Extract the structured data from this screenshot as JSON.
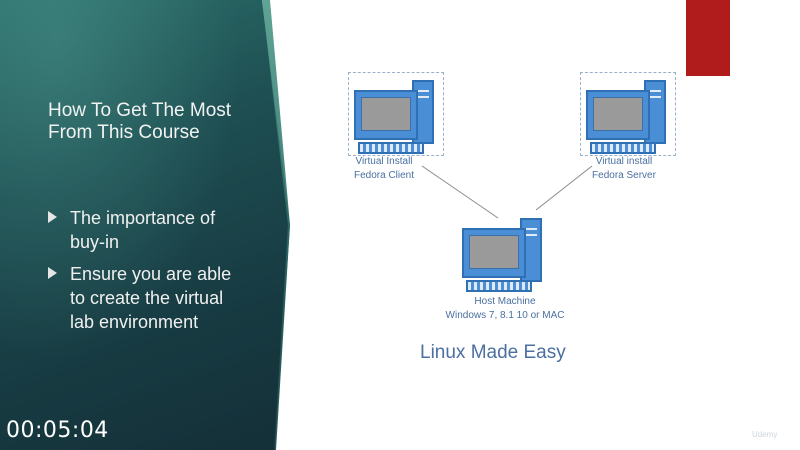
{
  "slide": {
    "title": "How To Get The Most From This Course",
    "bullets": [
      "The importance of buy-in",
      "Ensure you are able to create the virtual lab environment"
    ]
  },
  "timer": "00:05:04",
  "diagram": {
    "nodes": [
      {
        "id": "client",
        "caption": "Virtual Install\nFedora Client",
        "line1": "Virtual Install",
        "line2": "Fedora Client"
      },
      {
        "id": "server",
        "caption": "Virtual install\nFedora Server",
        "line1": "Virtual install",
        "line2": "Fedora Server"
      },
      {
        "id": "host",
        "caption": "Host Machine\nWindows 7, 8.1 10 or MAC",
        "line1": "Host Machine",
        "line2": "Windows 7, 8.1 10 or MAC"
      }
    ],
    "label": "Linux Made Easy"
  },
  "watermark": "Udemy",
  "colors": {
    "panel": "#1e4f52",
    "accent_red": "#b01c1c",
    "computer_blue": "#4a8fd6",
    "caption_blue": "#4a6fa0"
  },
  "icons": {
    "bullet": "triangle-right-icon",
    "computer": "desktop-computer-icon"
  }
}
